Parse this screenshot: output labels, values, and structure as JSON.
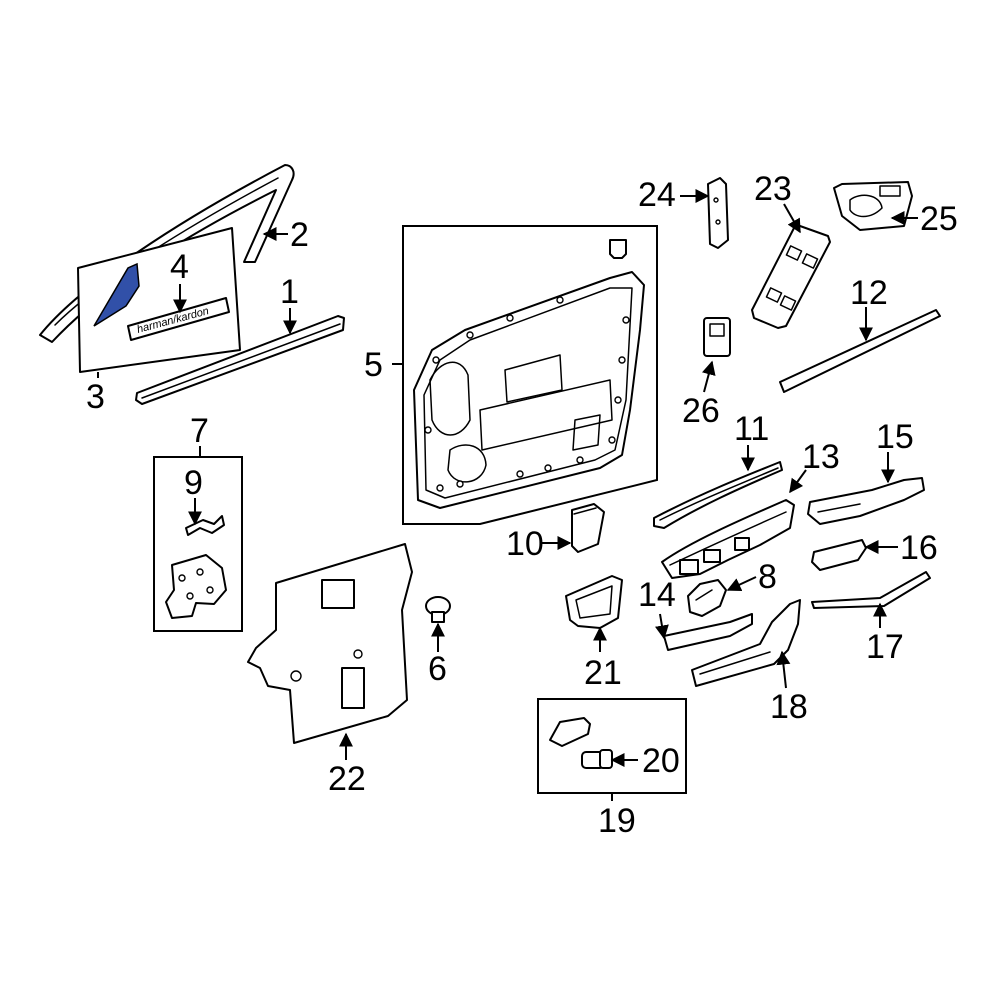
{
  "highlight_color": "#3150a8",
  "emblem_text": "harman/kardon",
  "callouts": {
    "c1": "1",
    "c2": "2",
    "c3": "3",
    "c4": "4",
    "c5": "5",
    "c6": "6",
    "c7": "7",
    "c8": "8",
    "c9": "9",
    "c10": "10",
    "c11": "11",
    "c12": "12",
    "c13": "13",
    "c14": "14",
    "c15": "15",
    "c16": "16",
    "c17": "17",
    "c18": "18",
    "c19": "19",
    "c20": "20",
    "c21": "21",
    "c22": "22",
    "c23": "23",
    "c24": "24",
    "c25": "25",
    "c26": "26"
  }
}
